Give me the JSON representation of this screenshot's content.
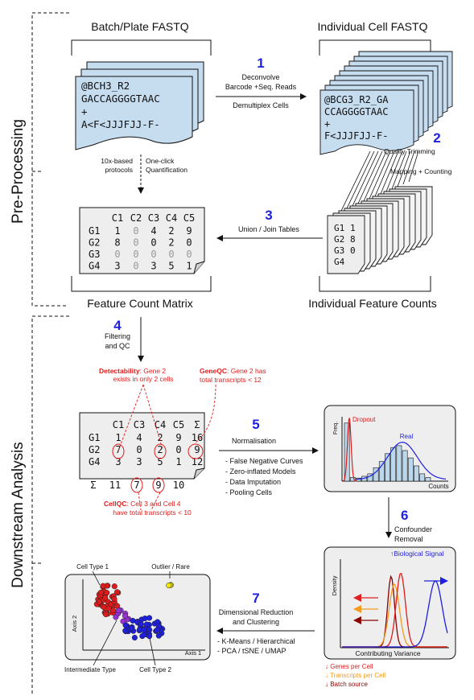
{
  "sections": {
    "pre": "Pre-Processing",
    "down": "Downstream Analysis"
  },
  "headers": {
    "batch": "Batch/Plate FASTQ",
    "indiv": "Individual Cell FASTQ",
    "feature_matrix": "Feature Count Matrix",
    "indiv_counts": "Individual Feature Counts"
  },
  "fastq_batch": [
    "@BCH3_R2",
    "GACCAGGGGTAAC",
    "+",
    "A<F<JJJFJJ-F-"
  ],
  "fastq_cell": [
    "@BCG3_R2_GA",
    "CCAGGGGTAAC",
    "+",
    "F<JJJFJJ-F-"
  ],
  "steps": {
    "s1": {
      "num": "1",
      "line1": "Deconvolve",
      "line2": "Barcode +Seq. Reads",
      "line3": "Demultiplex Cells"
    },
    "s2": {
      "num": "2",
      "line1": "Quality Trimming",
      "line2": "Mapping + Counting"
    },
    "s3": {
      "num": "3",
      "line1": "Union / Join Tables"
    },
    "s4": {
      "num": "4",
      "line1": "Filtering",
      "line2": "and QC"
    },
    "s5": {
      "num": "5",
      "line1": "Normalisation",
      "bullets": [
        "- False Negative Curves",
        "- Zero-inflated Models",
        "- Data Imputation",
        "- Pooling Cells"
      ]
    },
    "s6": {
      "num": "6",
      "line1": "Confounder",
      "line2": "Removal"
    },
    "s7": {
      "num": "7",
      "line1": "Dimensional Reduction",
      "line2": "and Clustering",
      "bullets": [
        "- K-Means / Hierarchical",
        "- PCA / tSNE / UMAP"
      ]
    }
  },
  "tenx": {
    "line1": "10x-based",
    "line2": "protocols",
    "line3": "One-click",
    "line4": "Quantification"
  },
  "matrix1": {
    "header": [
      "C1",
      "C2",
      "C3",
      "C4",
      "C5"
    ],
    "rows": [
      {
        "g": "G1",
        "v": [
          "1",
          "0",
          "4",
          "2",
          "9"
        ]
      },
      {
        "g": "G2",
        "v": [
          "8",
          "0",
          "0",
          "2",
          "0"
        ]
      },
      {
        "g": "G3",
        "v": [
          "0",
          "0",
          "0",
          "0",
          "0"
        ]
      },
      {
        "g": "G4",
        "v": [
          "3",
          "0",
          "3",
          "5",
          "1"
        ]
      }
    ]
  },
  "small_counts": {
    "rows": [
      [
        "G1",
        "1"
      ],
      [
        "G2",
        "8"
      ],
      [
        "G3",
        "0"
      ],
      [
        "G4",
        ""
      ]
    ]
  },
  "matrix2": {
    "header": [
      "C1",
      "C3",
      "C4",
      "C5",
      "Σ"
    ],
    "rows": [
      {
        "g": "G1",
        "v": [
          "1",
          "4",
          "2",
          "9",
          "16"
        ]
      },
      {
        "g": "G2",
        "v": [
          "7",
          "0",
          "2",
          "0",
          "9"
        ]
      },
      {
        "g": "G4",
        "v": [
          "3",
          "3",
          "5",
          "1",
          "12"
        ]
      }
    ],
    "sum_row": [
      "Σ",
      "11",
      "7",
      "9",
      "10"
    ]
  },
  "qc": {
    "detect_bold": "Detectability",
    "detect_rest": ": Gene 2",
    "detect_line2": "exists in only 2 cells",
    "gene_bold": "GeneQC",
    "gene_rest": ": Gene 2 has",
    "gene_line2": "total transcripts < 12",
    "cell_bold": "CellQC",
    "cell_rest": ": Cell 3 and Cell 4",
    "cell_line2": "have total transcripts < 10"
  },
  "norm_plot": {
    "freq": "Freq.",
    "dropout": "Dropout",
    "real": "Real",
    "counts": "Counts"
  },
  "confounder_plot": {
    "density": "Density",
    "bio_signal": "↑Biological Signal",
    "xlabel": "Contributing Variance",
    "legend": [
      "↓ Genes per Cell",
      "↓ Transcripts per Cell",
      "↓ Batch source"
    ]
  },
  "cluster_plot": {
    "axis1": "Axis 1",
    "axis2": "Axis 2",
    "type1": "Cell Type 1",
    "outlier": "Outlier / Rare",
    "intermediate": "Intermediate Type",
    "type2": "Cell Type 2"
  },
  "colors": {
    "step": "#1f1fe0",
    "qc": "#e01b1b",
    "note": "#111111",
    "fastq_fill": "#c6dcef"
  }
}
